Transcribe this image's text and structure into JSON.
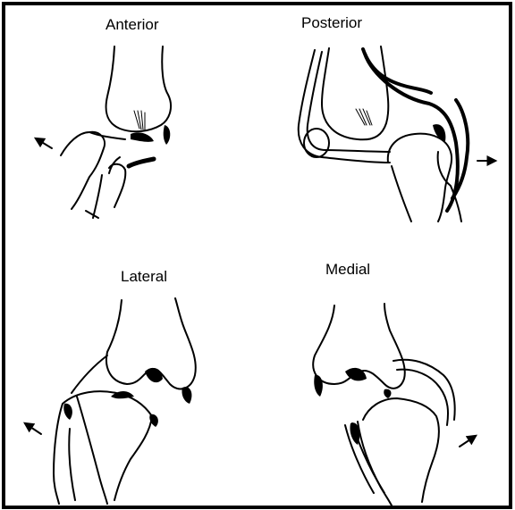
{
  "figure": {
    "panels": [
      {
        "id": "anterior",
        "label": "Anterior",
        "arrow_direction": "up-left"
      },
      {
        "id": "posterior",
        "label": "Posterior",
        "arrow_direction": "right"
      },
      {
        "id": "lateral",
        "label": "Lateral",
        "arrow_direction": "up-left"
      },
      {
        "id": "medial",
        "label": "Medial",
        "arrow_direction": "up-right"
      }
    ],
    "colors": {
      "ink": "#000000",
      "background": "#ffffff"
    }
  }
}
